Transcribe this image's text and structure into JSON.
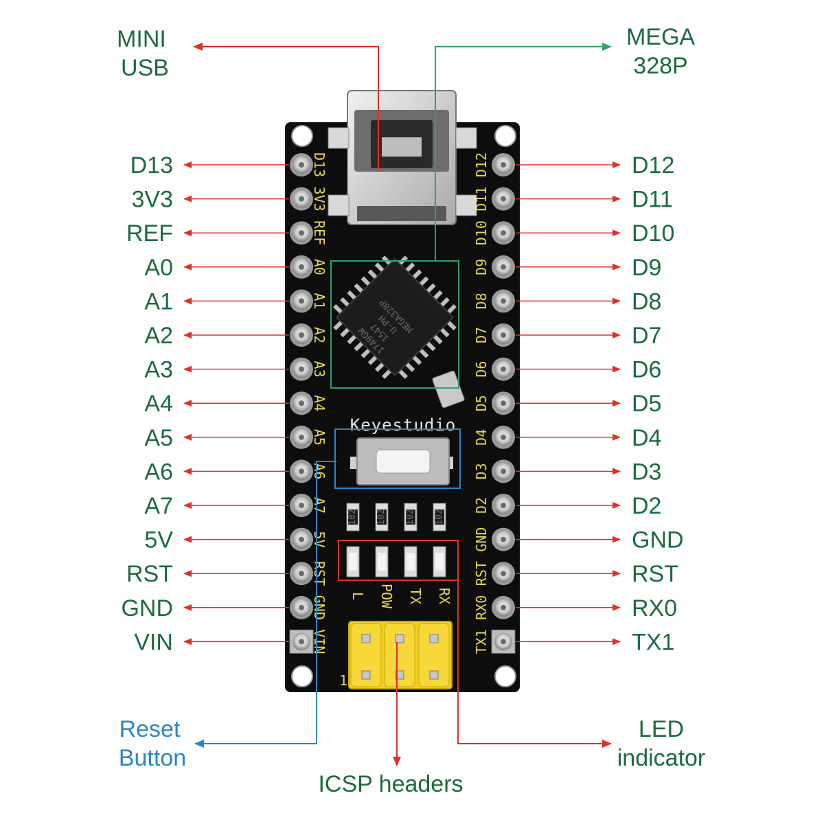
{
  "callouts": {
    "mini_usb": [
      "MINI",
      "USB"
    ],
    "mega": [
      "MEGA",
      "328P"
    ],
    "reset": [
      "Reset",
      "Button"
    ],
    "led": [
      "LED",
      "indicator"
    ],
    "icsp": "ICSP headers"
  },
  "left_pins": [
    "D13",
    "3V3",
    "REF",
    "A0",
    "A1",
    "A2",
    "A3",
    "A4",
    "A5",
    "A6",
    "A7",
    "5V",
    "RST",
    "GND",
    "VIN"
  ],
  "right_pins": [
    "D12",
    "D11",
    "D10",
    "D9",
    "D8",
    "D7",
    "D6",
    "D5",
    "D4",
    "D3",
    "D2",
    "GND",
    "RST",
    "RX0",
    "TX1"
  ],
  "left_silk": [
    "D13",
    "3V3",
    "REF",
    "A0",
    "A1",
    "A2",
    "A3",
    "A4",
    "A5",
    "A6",
    "A7",
    "5V",
    "RST",
    "GND",
    "VIN"
  ],
  "right_silk": [
    "D12",
    "D11",
    "D10",
    "D9",
    "D8",
    "D7",
    "D6",
    "D5",
    "D4",
    "D3",
    "D2",
    "GND",
    "RST",
    "RX0",
    "TX1"
  ],
  "board": {
    "brand": "Keyestudio",
    "chip_lines": [
      "MEGA328P",
      "U-PH",
      "1547",
      "1749GW"
    ],
    "led_labels": [
      "L",
      "POW",
      "TX",
      "RX"
    ],
    "resistor_code": "102",
    "icsp_pin1": "1"
  },
  "colors": {
    "label_green": "#1b6b3e",
    "arrow_red": "#e0302a",
    "arrow_green": "#2aa56a",
    "arrow_blue": "#2a86c6",
    "board": "#0d0d0d",
    "silk": "#e8d84a"
  }
}
